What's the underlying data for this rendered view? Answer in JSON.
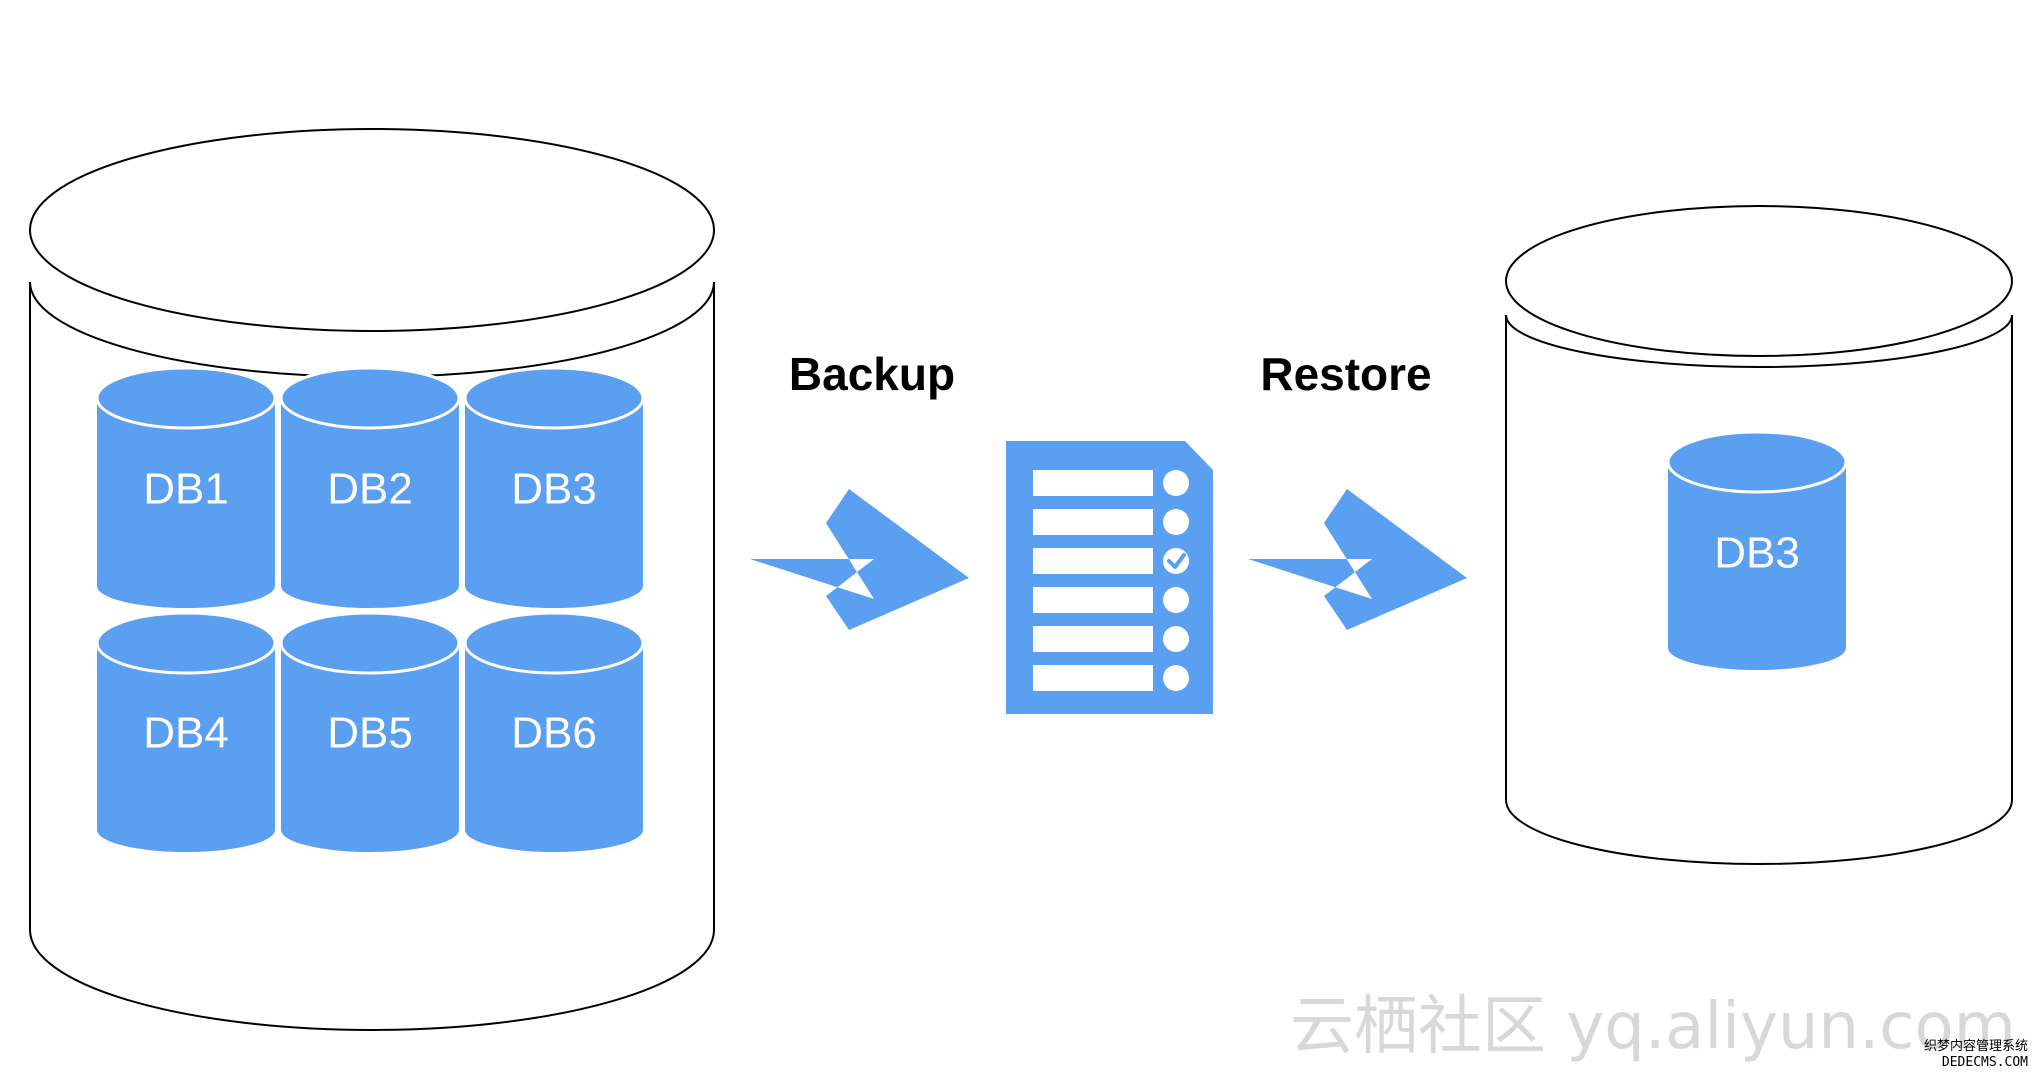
{
  "source": {
    "databases": [
      {
        "label": "DB1"
      },
      {
        "label": "DB2"
      },
      {
        "label": "DB3"
      },
      {
        "label": "DB4"
      },
      {
        "label": "DB5"
      },
      {
        "label": "DB6"
      }
    ]
  },
  "steps": {
    "backup_label": "Backup",
    "restore_label": "Restore"
  },
  "backup_file": {
    "rows": 6,
    "checked_row": 3
  },
  "target": {
    "database": {
      "label": "DB3"
    }
  },
  "watermark": {
    "main": "云栖社区 yq.aliyun.com",
    "corner_top": "织梦内容管理系统",
    "corner_bottom": "DEDECMS.COM"
  },
  "colors": {
    "db_blue": "#5a9ff0",
    "outline": "#000000",
    "background": "#ffffff"
  }
}
